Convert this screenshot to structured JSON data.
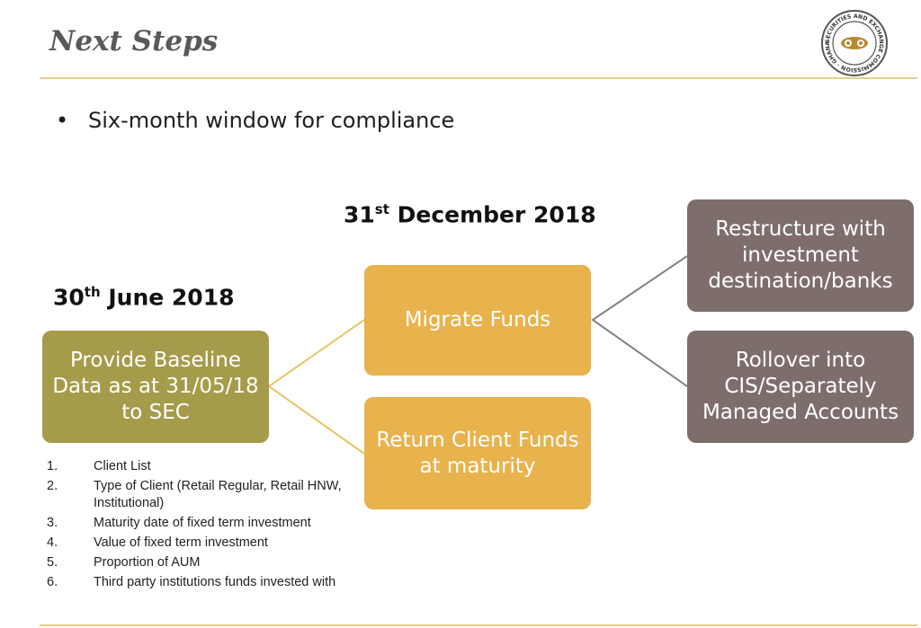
{
  "slide": {
    "title": "Next Steps",
    "logo_text": "SECURITIES AND EXCHANGE COMMISSION · GHANA ·",
    "bullet": "Six-month window for compliance"
  },
  "dates": {
    "december": {
      "main": "31",
      "sup": "st",
      "rest": " December 2018"
    },
    "june": {
      "main": "30",
      "sup": "th",
      "rest": " June 2018"
    }
  },
  "boxes": {
    "baseline": "Provide Baseline Data as at 31/05/18 to SEC",
    "migrate": "Migrate Funds",
    "return": "Return Client Funds at maturity",
    "restructure": "Restructure with investment destination/banks",
    "rollover": "Rollover into CIS/Separately Managed Accounts"
  },
  "list": [
    {
      "num": "1.",
      "text": "Client List"
    },
    {
      "num": "2.",
      "text": "Type of Client (Retail Regular, Retail HNW, Institutional)"
    },
    {
      "num": "3.",
      "text": "Maturity date of fixed term investment"
    },
    {
      "num": "4.",
      "text": "Value of fixed term investment"
    },
    {
      "num": "5.",
      "text": "Proportion of AUM"
    },
    {
      "num": "6.",
      "text": "Third party institutions funds invested with"
    }
  ],
  "colors": {
    "olive": "#a59b4a",
    "gold": "#e8b24c",
    "taupe": "#7d6e6c",
    "rule": "#e2cf8f"
  }
}
